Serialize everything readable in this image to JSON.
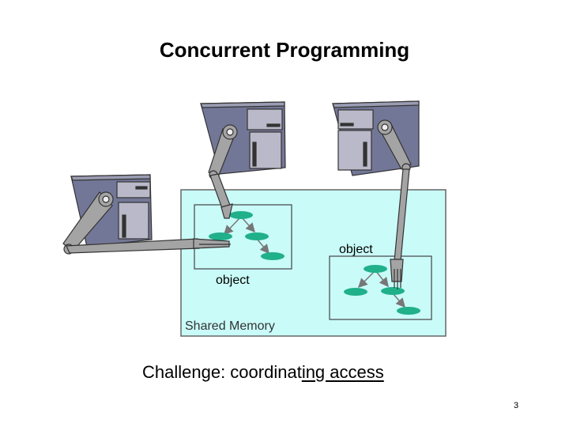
{
  "slide": {
    "title": "Concurrent Programming",
    "object_label_1": "object",
    "object_label_2": "object",
    "shared_memory_label": "Shared Memory",
    "challenge_prefix": "Challenge: coordinat",
    "challenge_underlined": "ing access",
    "page_number": "3"
  },
  "colors": {
    "memory_fill": "#c9fbf8",
    "node_fill": "#20b08a",
    "computer_body": "#737797",
    "computer_face": "#b9b9c9",
    "arm_fill": "#a4a4a4"
  },
  "icons": [
    "computer-icon",
    "robot-arm-icon",
    "object-graph-icon"
  ]
}
